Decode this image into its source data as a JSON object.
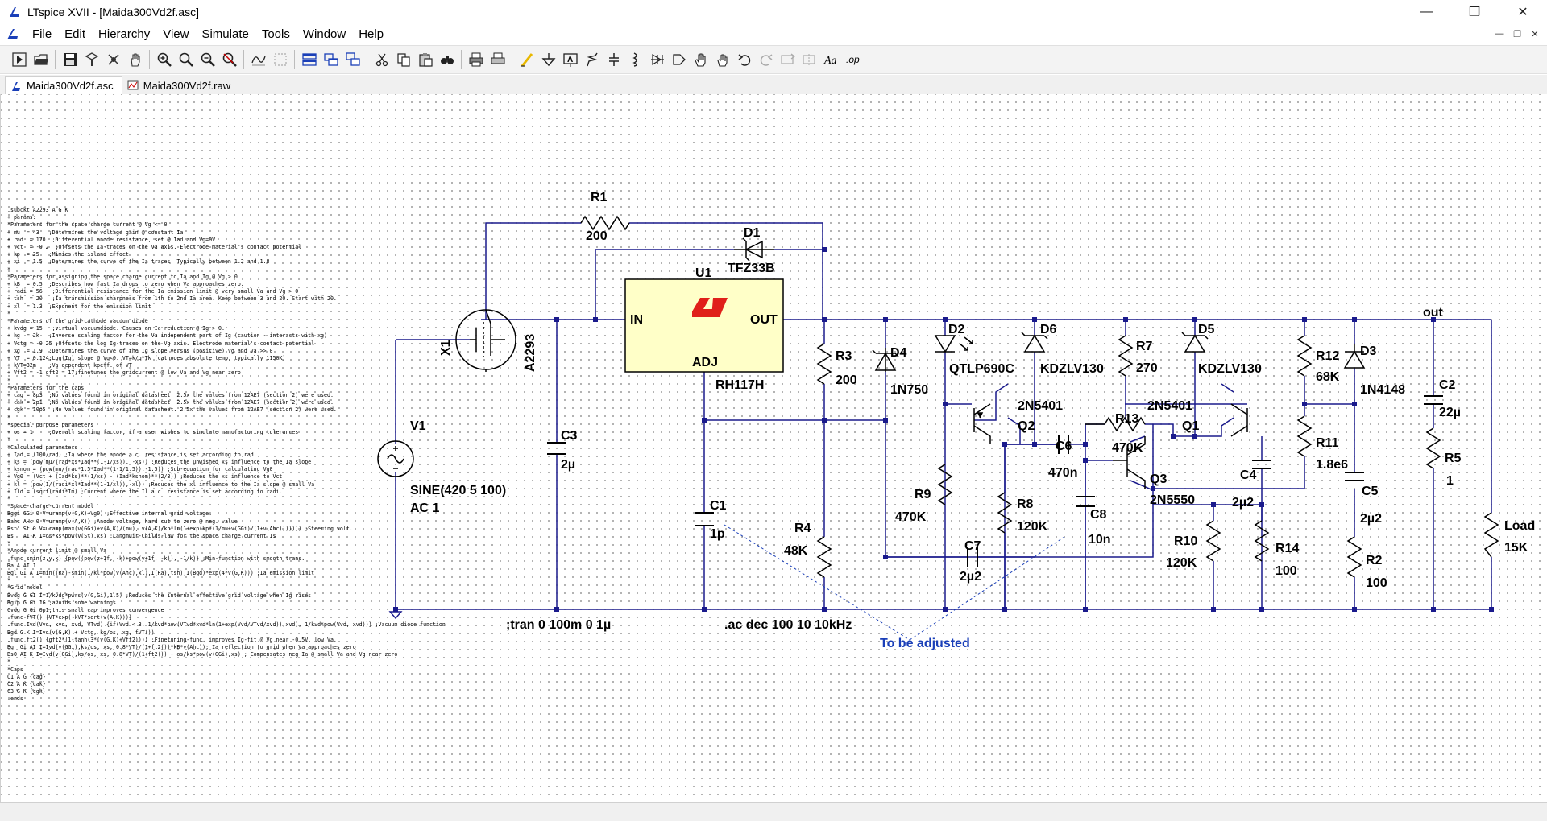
{
  "window": {
    "title": "LTspice XVII - [Maida300Vd2f.asc]",
    "controls": {
      "minimize": "—",
      "maximize": "❐",
      "close": "✕"
    }
  },
  "menu": [
    "File",
    "Edit",
    "Hierarchy",
    "View",
    "Simulate",
    "Tools",
    "Window",
    "Help"
  ],
  "tabs": [
    {
      "label": "Maida300Vd2f.asc",
      "active": true
    },
    {
      "label": "Maida300Vd2f.raw",
      "active": false
    }
  ],
  "netlist_text": ".subckt A2293 A G K\n+ params:\n*Parameters for the space charge current @ Vg <= 0\n+ mu  = 43   ;Determines the voltage gain @ constant Ia\n+ rad  = 170  ;Differential anode resistance, set @ Iad and Vg=0V\n+ Vct  = -0.2  ;Offsets the Ia-traces on the Va axis. Electrode material's contact potential\n+ kp  = 25   ;Mimics the island effect\n+ xi  = 1.5  ;Determines the curve of the Ia traces. Typically between 1.2 and 1.8\n*\n*Parameters for assigning the space charge current to Ia and Ig @ Vg > 0\n+ kB  = 0.5  ;Describes how fast Ia drops to zero when Va approaches zero.\n+ radi = 56   ;Differential resistance for the Ia emission limit @ very small Va and Vg > 0\n+ tsh  = 20   ;Ia transmission sharpness from 1th to 2nd Ia area. Keep between 3 and 20. Start with 20.\n+ xl  = 1.3  ;Exponent for the emission limit\n*\n*Parameters of the grid-cathode vacuum diode\n+ kvdg = 15   ;virtual vacuumdiode. Causes an Ia reduction @ Ig > 0.\n+ kg  = 2k   ;Inverse scaling factor for the Va independent part of Ig (caution - interacts with xg)\n+ Vctg = -0.25 ;Offsets the log Ig-traces on the Vg axis. Electrode material's contact potential\n+ xg  = 1.9  ;Determines the curve of the Ig slope versus (positive) Vg and Va >> 0\n+ VT  = 0.124;Log(Ig) slope @ Vg<0. VT=k/q*Tk (cathodes absolute temp, typically 1150K)\n+ kVT=32m    ;Va dependent koeff. of VT\n+ Vft2 = -1 gft2 = 17;finetunes the gridcurrent @ low Va and Vg near zero\n*\n*Parameters for the caps\n+ cag = 8p3  ;No values found in original datasheet. 2.5x the values from 12AE7 (section 2) were used.\n+ cak = 2p1  ;No values found in original datasheet. 2.5x the values from 12AE7 (section 2) were used.\n+ cgk = 10p5  ;No values found in original datasheet. 2.5x the values from 12AE7 (section 2) were used.\n*\n*special purpose parameters\n+ os = 1     ;Overall scaling factor, if a user wishes to simulate manufacturing tolerances\n*\n*Calculated parameters\n+ Iad = (100/rad) ;Ia where the anode a.c. resistance is set according to rad.\n+ ks = (pow(mu/(rad*xs*Iad**(1-1/xs)), -xs)) ;Reduces the unwished xs influence to the Ia slope\n+ ksnom = (pow(mu/(rad*1.5*Iad**(1-1/1.5)),-1.5)) ;Sub-equation for calculating Vg0\n+ Vg0 = (Vct + (Iad*ks)**(1/xs) - (Iad*ksnom)**(2/3)) ;Reduces the xs influence to Vct\n+ kl = (pow(1/(radi*xl*Iad**(1-1/xl)),-xl)) ;Reduces the xl influence to the Ia slope @ small Va\n+ Ild = (sqrt(radi*Im) ;Current where the Il a.c. resistance is set according to radi.\n*\n*Space-charge-current model\nBggi GGi 0 V=uramp(v(G,K)+Vg0) ;Effective internal grid voltage.\nBahc AHc 0 V=uramp(v(A,K)) ;Anode voltage, hard cut to zero @ neg. value\nBst' St 0 V=uramp(max(v(GGi)+v(A,K)/(mu), v(A,K)/kp*ln(1+exp(kp*(1/mu+v(GGi)/(1+v(Ahc))))))) ;Steering volt.\nBs   AI-K I=os*ks*pow(v(St),xs) ;Langmuir-Childs-law for the space charge current Is\n*\n*Anode current limit @ small Va\n.func smin(z,y,k) {pow((pow(z+1f, -k)+pow(y+1f, -k)), -1/k)} ;Min-function with smooth trans.\nRa A AI 1\nBgl GI A I=min((Ra)-smin(1/kl*pow(v(Ahc),xl),I(Ra),tsh),I(Bgd)*exp(4*v(G,K))) ;Ia emission limit\n*\n*Grid model\nBvdg G GI I=1/kvdg*pwrs(v(G,Gi),1.5) ;Reduces the internal effective grid voltage when Ig rises\nRgip G Gi 1G ;avoids some warnings\nCvdg G Gi 0p1;this small cap improves convergence\n.func fVT() {VT*exp(-kVT*sqrt(v(A,K)))}\n.func Ivd(Vvd, kvd, xvd, VTvd) {if(Vvd < 3, 1/kvd*pow(VTvd*xvd*ln(1+exp(Vvd/VTvd/xvd)),xvd), 1/kvd*pow(Vvd, xvd))} ;Vacuum diode function\nBgd G K I=Ivd(v(G,K) + Vctg, kg/os, xg, fVT())\n.func ft2() {gft2*(1-tanh(3*(v(G,K)+Vft2)))} ;Finetuning-func. improves Ig-fit @ Vg near -0.5V, low Va.\nBgr Gi AI I=Ivd(v(GGi),ks/os, xs, 0.8*VT)/(1+ft2())*kB*v(Ahc)); Ia reflection to grid when Va approaches zero\nBsO AI K I=Ivd(v(GGi),ks/os, xs, 0.8*VT)/(1+ft2()) - os/ks*pow(v(GGi),xs) ; Compensates neg Ia @ small Va and Vg near zero\n*\n*Caps\nC1 A G {cag}\nC2 A K {cak}\nC3 G K {cgk}\n.ends",
  "schematic": {
    "components": {
      "R1": {
        "name": "R1",
        "value": "200"
      },
      "D1": {
        "name": "D1",
        "value": "TFZ33B"
      },
      "U1": {
        "name": "U1",
        "value": "RH117H",
        "pins": {
          "in": "IN",
          "out": "OUT",
          "adj": "ADJ"
        }
      },
      "X1": {
        "name": "X1",
        "value": "A2293"
      },
      "V1": {
        "name": "V1",
        "value": "SINE(420 5 100)",
        "value2": "AC 1"
      },
      "C3": {
        "name": "C3",
        "value": "2µ"
      },
      "C1": {
        "name": "C1",
        "value": "1p"
      },
      "R3": {
        "name": "R3",
        "value": "200"
      },
      "R4": {
        "name": "R4",
        "value": "48K"
      },
      "D4": {
        "name": "D4",
        "value": "1N750"
      },
      "D2": {
        "name": "D2",
        "value": "QTLP690C"
      },
      "D6": {
        "name": "D6",
        "value": "KDZLV130"
      },
      "R7": {
        "name": "R7",
        "value": "270"
      },
      "D5": {
        "name": "D5",
        "value": "KDZLV130"
      },
      "R12": {
        "name": "R12",
        "value": "68K"
      },
      "D3": {
        "name": "D3",
        "value": "1N4148"
      },
      "C2": {
        "name": "C2",
        "value": "22µ"
      },
      "Q2": {
        "name": "Q2",
        "value": "2N5401"
      },
      "Q1": {
        "name": "Q1",
        "value": "2N5401"
      },
      "R13": {
        "name": "R13",
        "value": "470K"
      },
      "C6": {
        "name": "C6",
        "value": "470n"
      },
      "R11": {
        "name": "R11",
        "value": "1.8e6"
      },
      "R5": {
        "name": "R5",
        "value": "1"
      },
      "Q3": {
        "name": "Q3",
        "value": "2N5550"
      },
      "C4": {
        "name": "C4",
        "value": "2µ2"
      },
      "R9": {
        "name": "R9",
        "value": "470K"
      },
      "R8": {
        "name": "R8",
        "value": "120K"
      },
      "C8": {
        "name": "C8",
        "value": "10n"
      },
      "C5": {
        "name": "C5",
        "value": "2µ2"
      },
      "Load": {
        "name": "Load",
        "value": "15K"
      },
      "C7": {
        "name": "C7",
        "value": "2µ2"
      },
      "R10": {
        "name": "R10",
        "value": "120K"
      },
      "R14": {
        "name": "R14",
        "value": "100"
      },
      "R2": {
        "name": "R2",
        "value": "100"
      }
    },
    "net_label_out": "out",
    "directive_tran": ";tran 0 100m 0 1µ",
    "directive_ac": ".ac dec 100 10 10kHz",
    "note": "To be adjusted"
  },
  "colors": {
    "wire": "#1a1a8c",
    "component": "#000000",
    "ic_fill": "#ffffc8",
    "note_blue": "#1a3fb8",
    "logo_red": "#e0201a"
  }
}
